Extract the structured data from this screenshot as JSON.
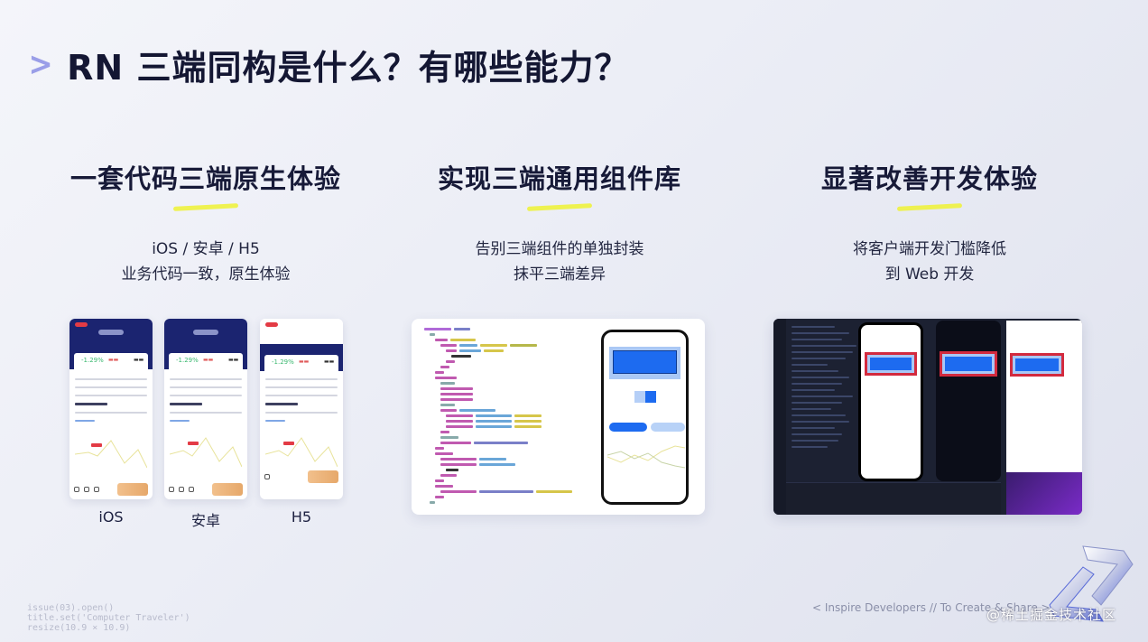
{
  "slide": {
    "title_icon": "chevron-right",
    "title": "RN 三端同构是什么？有哪些能力？"
  },
  "columns": [
    {
      "heading": "一套代码三端原生体验",
      "desc_line1": "iOS / 安卓 / H5",
      "desc_line2": "业务代码一致，原生体验",
      "phones": [
        {
          "label": "iOS",
          "stat": "-1.29%"
        },
        {
          "label": "安卓",
          "stat": "-1.29%"
        },
        {
          "label": "H5",
          "stat": "-1.29%"
        }
      ]
    },
    {
      "heading": "实现三端通用组件库",
      "desc_line1": "告别三端组件的单独封装",
      "desc_line2": "抹平三端差异"
    },
    {
      "heading": "显著改善开发体验",
      "desc_line1": "将客户端开发门槛降低",
      "desc_line2": "到 Web 开发"
    }
  ],
  "footer": {
    "code_lines": [
      "issue(03).open()",
      "title.set('Computer Traveler')",
      "resize(10.9 × 10.9)"
    ],
    "tagline": "< Inspire Developers  //  To Create & Share >",
    "watermark": "@稀土掘金技术社区"
  },
  "colors": {
    "title": "#141733",
    "accent_chevron": "#9a9ee8",
    "underline_highlight": "#eef23e",
    "app_header_navy": "#1b2470",
    "component_blue": "#1d6bf0",
    "highlight_red": "#d32a3e",
    "ide_background": "#1c2132"
  }
}
